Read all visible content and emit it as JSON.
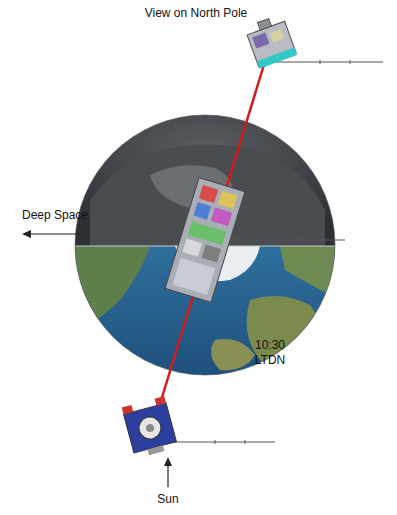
{
  "diagram": {
    "title": "View on North Pole",
    "labels": [
      "Deep Space",
      "10:30 LTDN",
      "Sun"
    ]
  }
}
